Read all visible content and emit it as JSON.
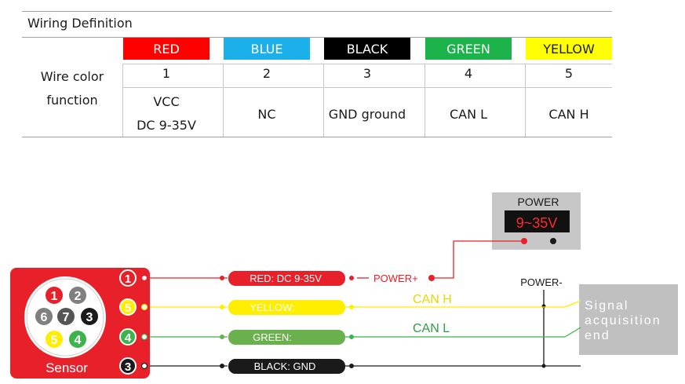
{
  "table": {
    "title": "Wiring Definition",
    "row_label_1": "Wire color",
    "row_label_2": "function",
    "columns": [
      {
        "color_name": "RED",
        "bg": "#ff0000",
        "fg": "#ffffff",
        "number": "1",
        "function_1": "VCC",
        "function_2": "DC 9-35V"
      },
      {
        "color_name": "BLUE",
        "bg": "#1cb0ea",
        "fg": "#ffffff",
        "number": "2",
        "function_1": "NC",
        "function_2": ""
      },
      {
        "color_name": "BLACK",
        "bg": "#000000",
        "fg": "#ffffff",
        "number": "3",
        "function_1": "GND ground",
        "function_2": ""
      },
      {
        "color_name": "GREEN",
        "bg": "#1bb34a",
        "fg": "#ffffff",
        "number": "4",
        "function_1": "CAN L",
        "function_2": ""
      },
      {
        "color_name": "YELLOW",
        "bg": "#ffff00",
        "fg": "#1a1a1a",
        "number": "5",
        "function_1": "CAN H",
        "function_2": ""
      }
    ]
  },
  "power": {
    "title": "POWER",
    "display": "9~35V"
  },
  "sensor": {
    "label": "Sensor",
    "pins": [
      {
        "n": "1",
        "fill": "#e8202a"
      },
      {
        "n": "2",
        "fill": "#808080"
      },
      {
        "n": "6",
        "fill": "#808080"
      },
      {
        "n": "7",
        "fill": "#555555"
      },
      {
        "n": "3",
        "fill": "#1a1a1a"
      },
      {
        "n": "5",
        "fill": "#ffee00"
      },
      {
        "n": "4",
        "fill": "#3cb44b"
      }
    ]
  },
  "wires": [
    {
      "pin": "1",
      "tag": "RED: DC 9-35V",
      "color": "#e8202a",
      "tag_text": "#ffffff",
      "right_label": "POWER+"
    },
    {
      "pin": "5",
      "tag": "YELLOW:",
      "color": "#ffee00",
      "tag_text": "#ffffff",
      "right_label": "CAN H"
    },
    {
      "pin": "4",
      "tag": "GREEN:",
      "color": "#6ab04c",
      "tag_text": "#ffffff",
      "right_label": "CAN L"
    },
    {
      "pin": "3",
      "tag": "BLACK:  GND",
      "color": "#1a1a1a",
      "tag_text": "#ffffff",
      "right_label": ""
    }
  ],
  "power_minus_label": "POWER-",
  "signal_box": {
    "line1": "Signal",
    "line2": "acquisition",
    "line3": "end"
  }
}
